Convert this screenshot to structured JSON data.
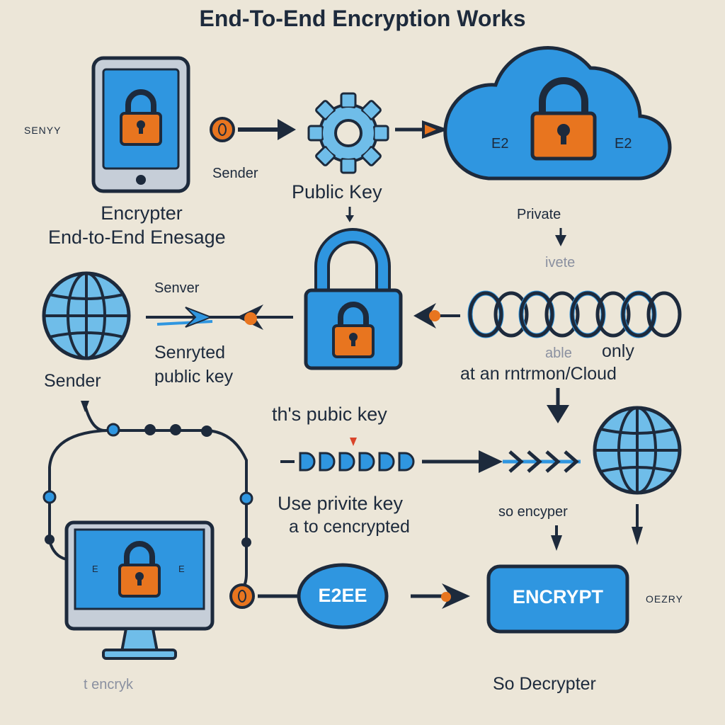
{
  "title": "End-To-End Encryption Works",
  "labels": {
    "senyy": "SENYY",
    "sender_top": "Sender",
    "public_key_top": "Public Key",
    "encrypter": "Encrypter",
    "end_to_end_message": "End-to-End Enesage",
    "private": "Private",
    "cloud_left": "E2",
    "cloud_right": "E2",
    "ivete": "ivete",
    "senver": "Senver",
    "enrypted_public_key_1": "Senryted",
    "enrypted_public_key_2": "public key",
    "sender_globe": "Sender",
    "able": "able",
    "only": "only",
    "at_an_cloud": "at an rntrmon/Cloud",
    "ths_pubic_key": "th's pubic key",
    "use_private_key": "Use privite key",
    "to_encrypted": "a to cencrypted",
    "so_encryper": "so encyper",
    "e2ee": "E2EE",
    "encrypt": "ENCRYPT",
    "oezry": "OEZRY",
    "bottom_encry": "t encryk",
    "so_decrypter": "So Decrypter"
  },
  "colors": {
    "background": "#ece6d8",
    "blue": "#2f96e0",
    "light_blue": "#6fbde9",
    "dark": "#1d2a3c",
    "orange": "#e8751f",
    "red": "#d9442a"
  },
  "icons": [
    "phone-icon",
    "gear-icon",
    "cloud-icon",
    "padlock-icon",
    "globe-icon",
    "chain-icon",
    "monitor-icon"
  ]
}
